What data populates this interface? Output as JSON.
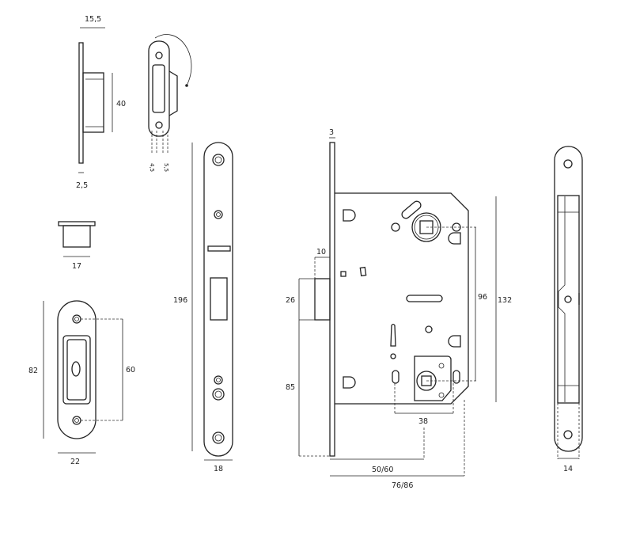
{
  "dimensions": {
    "strike_depth": "15,5",
    "strike_height": "40",
    "strike_thickness": "2,5",
    "offset_a": "4,5",
    "offset_b": "5,5",
    "strike_box_width": "17",
    "strike_plate_height": "82",
    "strike_hole_spacing": "60",
    "strike_plate_width": "22",
    "faceplate_height": "196",
    "faceplate_width": "18",
    "faceplate_thickness": "3",
    "latch_projection": "10",
    "latch_height": "26",
    "latch_to_bottom": "85",
    "handle_to_key": "96",
    "case_height": "132",
    "key_spacing": "38",
    "backset": "50/60",
    "case_depth": "76/86",
    "rear_plate_width": "14"
  }
}
